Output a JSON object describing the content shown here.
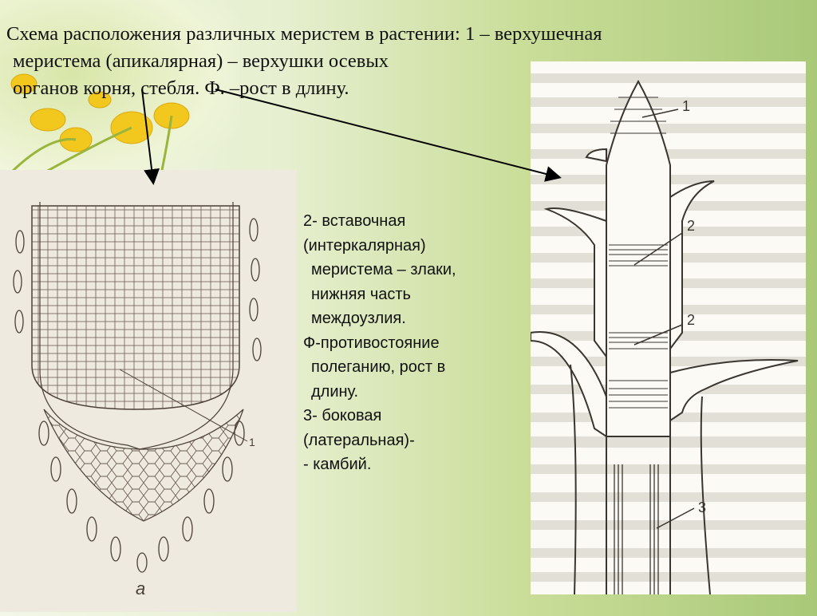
{
  "title_lines": [
    "Схема расположения различных меристем в растении: 1 – верхушечная",
    "меристема (апикалярная) – верхушки осевых",
    "органов корня, стебля. Ф. –рост в длину."
  ],
  "body_lines": [
    "2- вставочная",
    "(интеркалярная)",
    " меристема – злаки,",
    " нижняя часть",
    " междоузлия.",
    "Ф-противостояние",
    " полеганию, рост в",
    " длину.",
    "3- боковая",
    "(латеральная)-",
    "- камбий."
  ],
  "figure_left": {
    "label_1": "1",
    "caption": "a"
  },
  "figure_right": {
    "label_1": "1",
    "label_2a": "2",
    "label_2b": "2",
    "label_3": "3"
  }
}
